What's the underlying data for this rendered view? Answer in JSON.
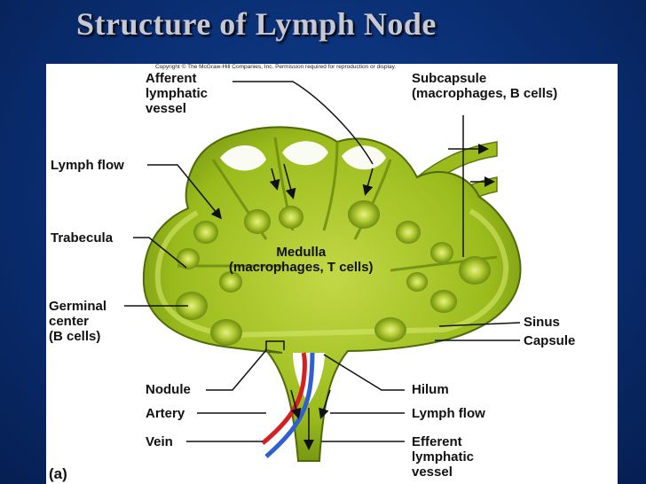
{
  "slide": {
    "title": "Structure of Lymph Node"
  },
  "figure": {
    "copyright": "Copyright © The McGraw-Hill Companies, Inc. Permission required for reproduction or display.",
    "panel_letter": "(a)"
  },
  "labels": {
    "afferent": "Afferent\nlymphatic\nvessel",
    "subcapsule": "Subcapsule\n(macrophages, B cells)",
    "lymph_flow_left": "Lymph flow",
    "trabecula": "Trabecula",
    "medulla": "Medulla\n(macrophages, T cells)",
    "germinal_center": "Germinal\ncenter\n(B cells)",
    "sinus": "Sinus",
    "capsule": "Capsule",
    "nodule": "Nodule",
    "hilum": "Hilum",
    "artery": "Artery",
    "lymph_flow_right": "Lymph flow",
    "vein": "Vein",
    "efferent": "Efferent\nlymphatic\nvessel"
  },
  "colors": {
    "tissue": "#9bbb1c",
    "tissue_dark": "#5e7a0c",
    "sinus_light": "#d4e66a",
    "artery": "#d42020",
    "vein": "#2f5fd0"
  }
}
